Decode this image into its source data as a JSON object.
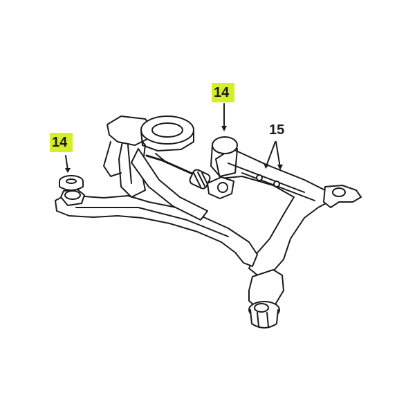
{
  "diagram": {
    "callouts": [
      {
        "label": "14",
        "highlighted": true
      },
      {
        "label": "14",
        "highlighted": true
      },
      {
        "label": "15",
        "highlighted": false
      }
    ]
  },
  "colors": {
    "highlight": "#d4ef2a",
    "line": "#1a1a1a",
    "background": "#ffffff"
  }
}
